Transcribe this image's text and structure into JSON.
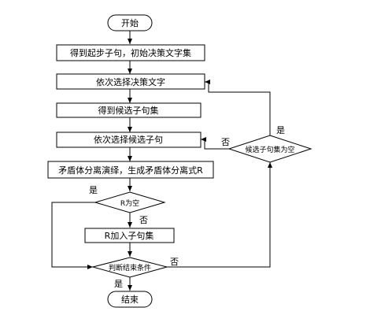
{
  "flowchart": {
    "start": "开始",
    "step1": "得到起步子句，初始决策文字集",
    "step2": "依次选择决策文字",
    "step3": "得到候选子句集",
    "step4": "依次选择候选子句",
    "step5": "矛盾体分离演绎，生成矛盾体分离式R",
    "decision_r_empty": "R为空",
    "step_add": "R加入子句集",
    "decision_end": "判断结束条件",
    "decision_candidates_empty": "候选子句集为空",
    "end": "结束",
    "yes": "是",
    "no": "否"
  }
}
